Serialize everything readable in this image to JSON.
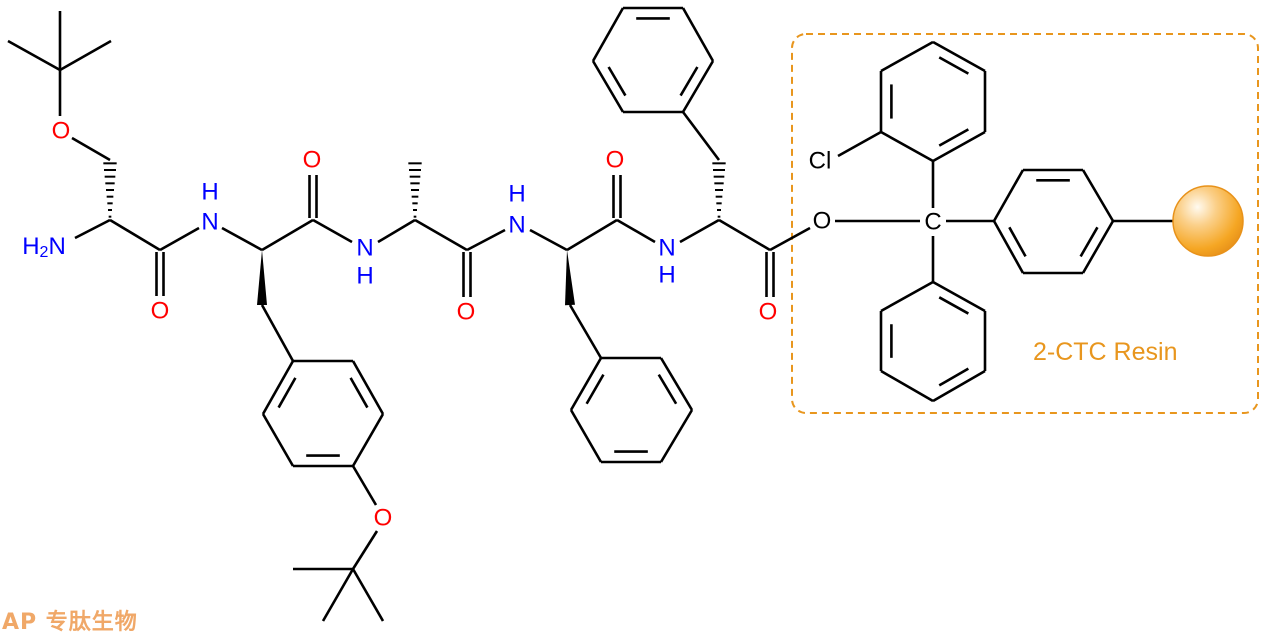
{
  "title": "H-D-Ser(tBu)-Tyr(tBu)-D-Ala-Phe-D-Phe-2-CTC Resin",
  "atoms": {
    "amine_h2": "H",
    "amine_sub": "2",
    "amine_n": "N",
    "nitrogen": "N",
    "hydrogen": "H",
    "oxygen": "O",
    "chlorine": "Cl",
    "carbon": "C"
  },
  "resin": {
    "label": "2-CTC Resin",
    "color": "#e8961e",
    "bead_color": "#f5a623"
  },
  "logo": {
    "text": "AP 专肽生物"
  }
}
